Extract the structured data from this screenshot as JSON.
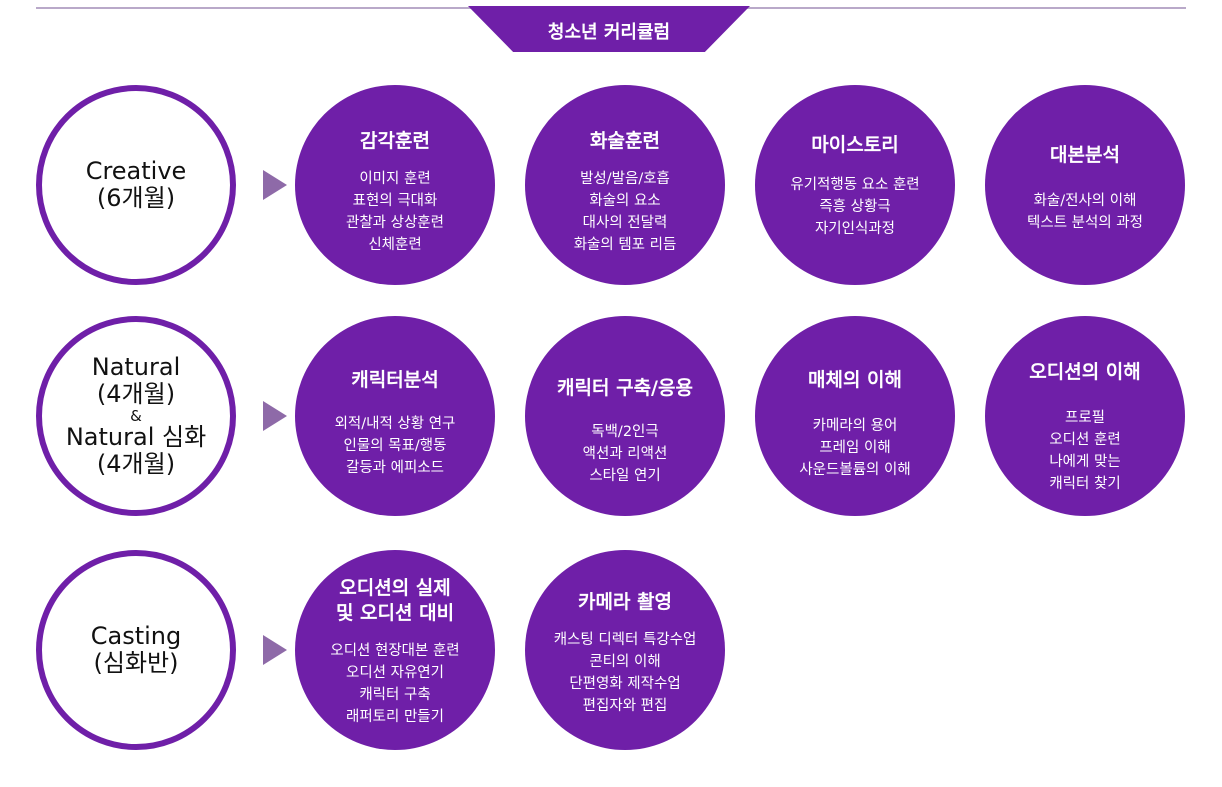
{
  "header": {
    "title": "청소년 커리큘럼"
  },
  "rows": [
    {
      "level": {
        "lines": [
          "Creative",
          "(6개월)"
        ]
      },
      "courses": [
        {
          "title": [
            "감각훈련"
          ],
          "items": [
            "이미지 훈련",
            "표현의 극대화",
            "관찰과 상상훈련",
            "신체훈련"
          ]
        },
        {
          "title": [
            "화술훈련"
          ],
          "items": [
            "발성/발음/호흡",
            "화술의 요소",
            "대사의 전달력",
            "화술의 템포 리듬"
          ]
        },
        {
          "title": [
            "마이스토리"
          ],
          "items": [
            "유기적행동 요소 훈련",
            "즉흥 상황극",
            "자기인식과정"
          ]
        },
        {
          "title": [
            "대본분석"
          ],
          "items": [
            "화술/전사의 이해",
            "텍스트 분석의 과정"
          ]
        }
      ]
    },
    {
      "level": {
        "lines": [
          "Natural",
          "(4개월)",
          "&",
          "Natural 심화",
          "(4개월)"
        ]
      },
      "courses": [
        {
          "title": [
            "캐릭터분석"
          ],
          "items": [
            "외적/내적 상황 연구",
            "인물의 목표/행동",
            "갈등과 에피소드"
          ]
        },
        {
          "title": [
            "캐릭터 구축/응용"
          ],
          "items": [
            "독백/2인극",
            "액션과 리액션",
            "스타일 연기"
          ]
        },
        {
          "title": [
            "매체의 이해"
          ],
          "items": [
            "카메라의 용어",
            "프레임 이해",
            "사운드볼륨의 이해"
          ]
        },
        {
          "title": [
            "오디션의 이해"
          ],
          "items": [
            "프로필",
            "오디션 훈련",
            "나에게 맞는",
            "캐릭터 찾기"
          ]
        }
      ]
    },
    {
      "level": {
        "lines": [
          "Casting",
          "(심화반)"
        ]
      },
      "courses": [
        {
          "title": [
            "오디션의 실제",
            "및 오디션 대비"
          ],
          "items": [
            "오디션 현장대본 훈련",
            "오디션 자유연기",
            "캐릭터 구축",
            "래퍼토리 만들기"
          ]
        },
        {
          "title": [
            "카메라 촬영"
          ],
          "items": [
            "캐스팅 디렉터 특강수업",
            "콘티의 이해",
            "단편영화 제작수업",
            "편집자와 편집"
          ]
        }
      ]
    }
  ],
  "colors": {
    "primary": "#6f1fa8",
    "arrow": "#8e6aa8",
    "line": "#b9a9c9"
  }
}
